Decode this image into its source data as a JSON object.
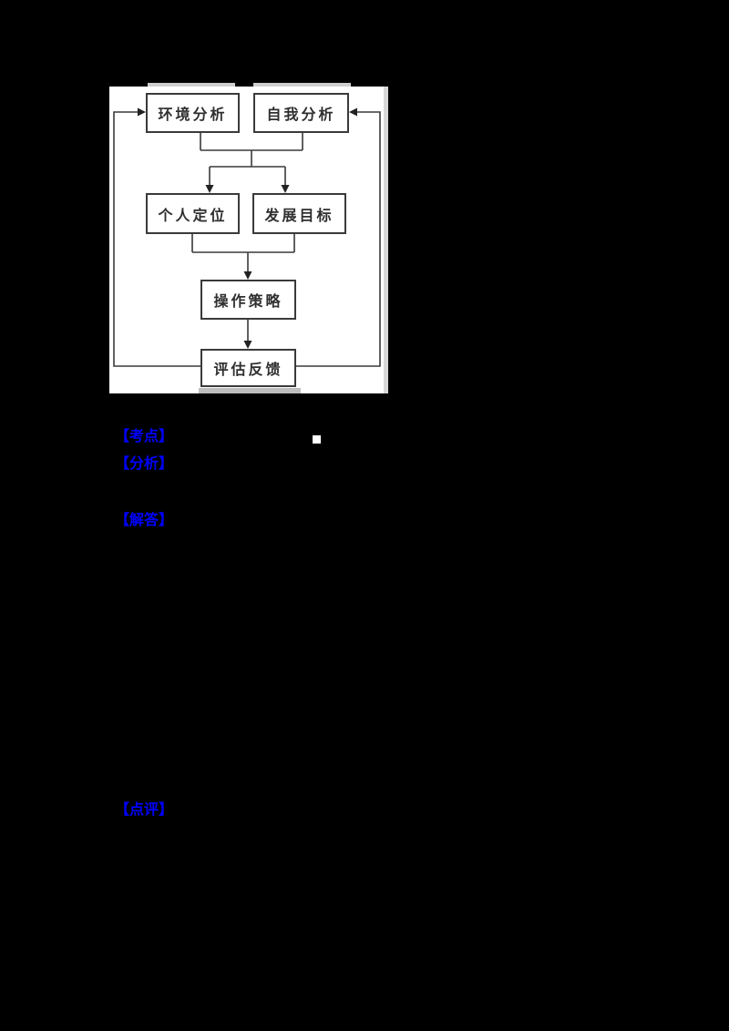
{
  "page": {
    "background_color": "#000000",
    "kind": "exam-answer-document-dark"
  },
  "flowchart": {
    "panel_bg": "#ffffff",
    "line_color": "#3a3a3a",
    "nodes": [
      {
        "id": "env",
        "label": "环境分析"
      },
      {
        "id": "self",
        "label": "自我分析"
      },
      {
        "id": "position",
        "label": "个人定位"
      },
      {
        "id": "goal",
        "label": "发展目标"
      },
      {
        "id": "strategy",
        "label": "操作策略"
      },
      {
        "id": "feedback",
        "label": "评估反馈"
      }
    ],
    "edges": [
      {
        "from": [
          "环境分析",
          "自我分析"
        ],
        "to": [
          "个人定位",
          "发展目标"
        ],
        "type": "merge-split"
      },
      {
        "from": [
          "个人定位",
          "发展目标"
        ],
        "to": [
          "操作策略"
        ],
        "type": "merge"
      },
      {
        "from": [
          "操作策略"
        ],
        "to": [
          "评估反馈"
        ],
        "type": "straight"
      },
      {
        "from": [
          "评估反馈"
        ],
        "to": [
          "环境分析",
          "自我分析"
        ],
        "type": "feedback-loop"
      }
    ]
  },
  "answer_sections": {
    "color": "#0101FD",
    "kaodian": "【考点】",
    "fenxi": "【分析】",
    "jieda": "【解答】",
    "dianping": "【点评】"
  }
}
